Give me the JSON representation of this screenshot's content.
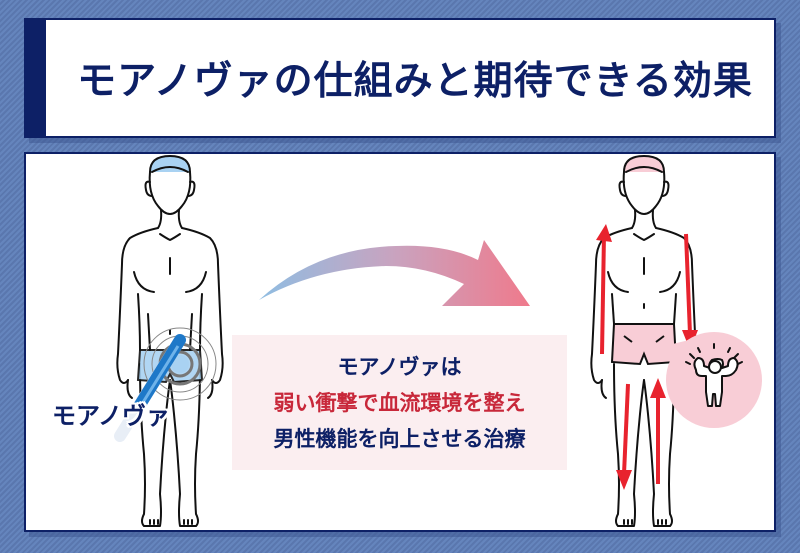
{
  "title": {
    "text": "モアノヴァの仕組みと期待できる効果"
  },
  "panel": {
    "device_label": "モアノヴァ",
    "caption": {
      "line1": "モアノヴァは",
      "line2": "弱い衝撃で血流環境を整え",
      "line3": "男性機能を向上させる治療"
    },
    "figures": {
      "before": {
        "description": "man-figure-before-treatment",
        "highlight_color": "#a9d2f2"
      },
      "after": {
        "description": "man-figure-after-treatment",
        "highlight_color": "#f8cdd6"
      }
    },
    "arrow": {
      "gradient_start": "#8fbde2",
      "gradient_end": "#ef7a8c"
    },
    "blood_flow_arrow_color": "#e8232e",
    "bubble": {
      "icon": "flexing-strong-man-icon",
      "color": "#f8cdd6"
    }
  },
  "colors": {
    "navy": "#0d2066",
    "red_text": "#c8283a",
    "background": "#5f7cb4",
    "caption_bg": "#fbeef0"
  }
}
